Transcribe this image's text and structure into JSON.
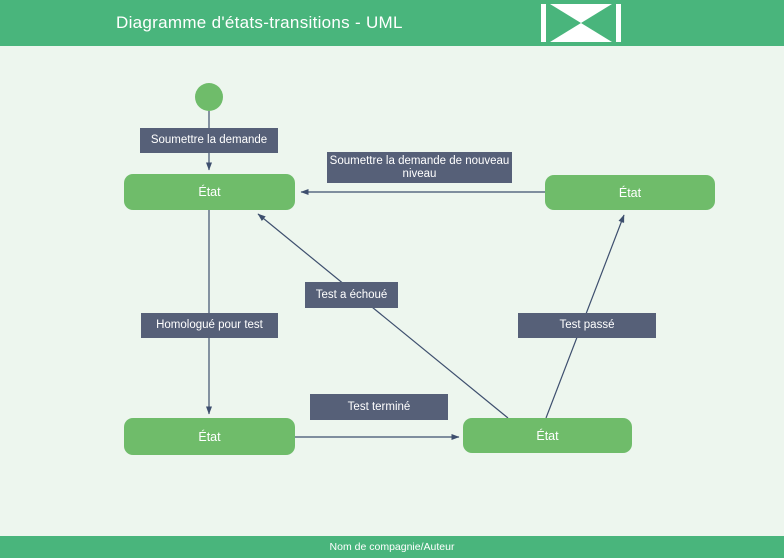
{
  "header": {
    "title": "Diagramme d'états-transitions - UML",
    "logo": "hourglass-logo"
  },
  "diagram": {
    "type": "uml-state-transition-diagram",
    "initial_state": {
      "shape": "filled-circle"
    },
    "states": [
      {
        "id": "state-top-left",
        "label": "État"
      },
      {
        "id": "state-top-right",
        "label": "État"
      },
      {
        "id": "state-bottom-left",
        "label": "État"
      },
      {
        "id": "state-bottom-right",
        "label": "État"
      }
    ],
    "transitions": [
      {
        "id": "soumettre-la-demande",
        "label": "Soumettre la demande",
        "from": "initial",
        "to": "state-top-left"
      },
      {
        "id": "soumettre-nouveau-niveau",
        "label": "Soumettre la demande de nouveau niveau",
        "from": "state-top-right",
        "to": "state-top-left"
      },
      {
        "id": "test-a-echoue",
        "label": "Test a échoué",
        "from": "state-bottom-right",
        "to": "state-top-left"
      },
      {
        "id": "homologue-pour-test",
        "label": "Homologué pour test",
        "from": "state-top-left",
        "to": "state-bottom-left"
      },
      {
        "id": "test-termine",
        "label": "Test terminé",
        "from": "state-bottom-left",
        "to": "state-bottom-right"
      },
      {
        "id": "test-passe",
        "label": "Test passé",
        "from": "state-bottom-right",
        "to": "state-top-right"
      }
    ]
  },
  "footer": {
    "company_author": "Nom de compagnie/Auteur"
  },
  "colors": {
    "banner_green": "#49b57c",
    "canvas_background": "#edf6ee",
    "state_green": "#6fbc6a",
    "label_slate": "#566078",
    "connector_navy": "#3e4f6e",
    "text_white": "#ffffff"
  }
}
